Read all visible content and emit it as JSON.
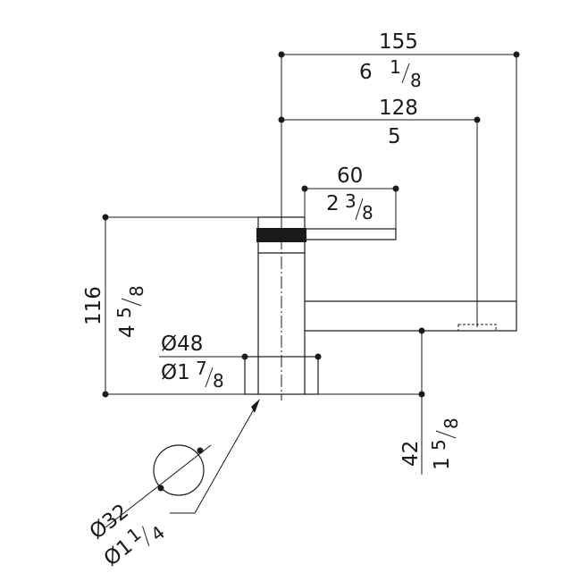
{
  "dimensions": {
    "total_reach": {
      "mm": "155",
      "in_whole": "6",
      "in_num": "1",
      "in_den": "8"
    },
    "spout_reach": {
      "mm": "128",
      "in_whole": "5"
    },
    "handle_length": {
      "mm": "60",
      "in_whole": "2",
      "in_num": "3",
      "in_den": "8"
    },
    "total_height": {
      "mm": "116",
      "in_whole": "4",
      "in_num": "5",
      "in_den": "8"
    },
    "base_diameter": {
      "mm": "Ø48",
      "in_prefix": "Ø1",
      "in_num": "7",
      "in_den": "8"
    },
    "spout_height": {
      "mm": "42",
      "in_whole": "1",
      "in_num": "5",
      "in_den": "8"
    },
    "hole_diameter": {
      "mm": "Ø32",
      "in_prefix": "Ø1",
      "in_num": "1",
      "in_den": "4"
    }
  },
  "colors": {
    "line": "#1a1a1a",
    "background": "#ffffff"
  }
}
